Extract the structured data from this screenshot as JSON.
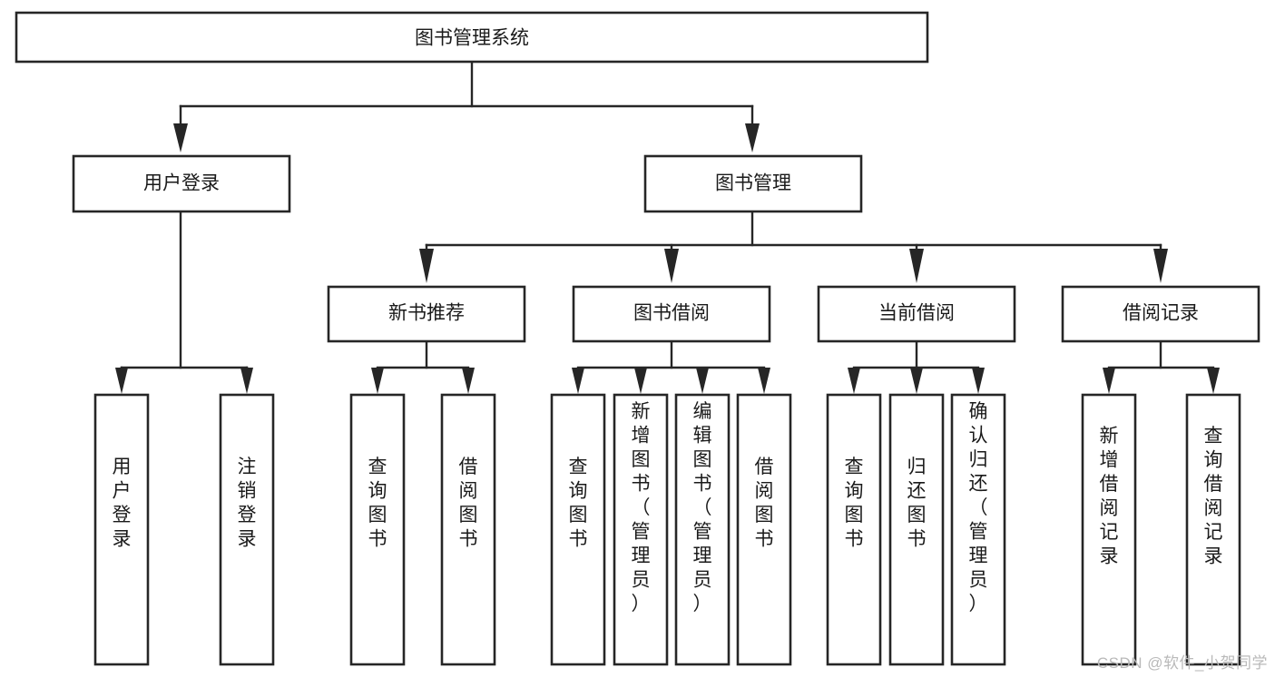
{
  "diagram": {
    "type": "tree-hierarchy",
    "title": "图书管理系统",
    "orientation": "top-down",
    "colors": {
      "box_fill": "#ffffff",
      "box_stroke": "#262626",
      "edge": "#262626",
      "text": "#1a1a1a",
      "watermark": "#b9b9b9",
      "background": "#ffffff"
    },
    "root": {
      "id": "root",
      "label": "图书管理系统",
      "text_orientation": "horizontal"
    },
    "level2": [
      {
        "id": "user-login",
        "label": "用户登录",
        "text_orientation": "horizontal"
      },
      {
        "id": "book-management",
        "label": "图书管理",
        "text_orientation": "horizontal"
      }
    ],
    "level3": [
      {
        "id": "new-book-recommend",
        "label": "新书推荐",
        "text_orientation": "horizontal",
        "parent": "book-management"
      },
      {
        "id": "book-borrow",
        "label": "图书借阅",
        "text_orientation": "horizontal",
        "parent": "book-management"
      },
      {
        "id": "current-borrow",
        "label": "当前借阅",
        "text_orientation": "horizontal",
        "parent": "book-management"
      },
      {
        "id": "borrow-record",
        "label": "借阅记录",
        "text_orientation": "horizontal",
        "parent": "book-management"
      }
    ],
    "leaves": [
      {
        "id": "leaf-user-login",
        "label": "用户登录",
        "text_orientation": "vertical",
        "parent": "user-login"
      },
      {
        "id": "leaf-logout-login",
        "label": "注销登录",
        "text_orientation": "vertical",
        "parent": "user-login"
      },
      {
        "id": "leaf-query-book-1",
        "label": "查询图书",
        "text_orientation": "vertical",
        "parent": "new-book-recommend"
      },
      {
        "id": "leaf-borrow-book-1",
        "label": "借阅图书",
        "text_orientation": "vertical",
        "parent": "new-book-recommend"
      },
      {
        "id": "leaf-query-book-2",
        "label": "查询图书",
        "text_orientation": "vertical",
        "parent": "book-borrow"
      },
      {
        "id": "leaf-add-book",
        "label": "新增图书（管理员）",
        "text_orientation": "vertical",
        "parent": "book-borrow"
      },
      {
        "id": "leaf-edit-book",
        "label": "编辑图书（管理员）",
        "text_orientation": "vertical",
        "parent": "book-borrow"
      },
      {
        "id": "leaf-borrow-book-2",
        "label": "借阅图书",
        "text_orientation": "vertical",
        "parent": "book-borrow"
      },
      {
        "id": "leaf-query-book-3",
        "label": "查询图书",
        "text_orientation": "vertical",
        "parent": "current-borrow"
      },
      {
        "id": "leaf-return-book",
        "label": "归还图书",
        "text_orientation": "vertical",
        "parent": "current-borrow"
      },
      {
        "id": "leaf-confirm-return",
        "label": "确认归还（管理员）",
        "text_orientation": "vertical",
        "parent": "current-borrow"
      },
      {
        "id": "leaf-add-record",
        "label": "新增借阅记录",
        "text_orientation": "vertical",
        "parent": "borrow-record"
      },
      {
        "id": "leaf-query-record",
        "label": "查询借阅记录",
        "text_orientation": "vertical",
        "parent": "borrow-record"
      }
    ]
  },
  "watermark": {
    "text": "CSDN @软件_小贺同学"
  }
}
